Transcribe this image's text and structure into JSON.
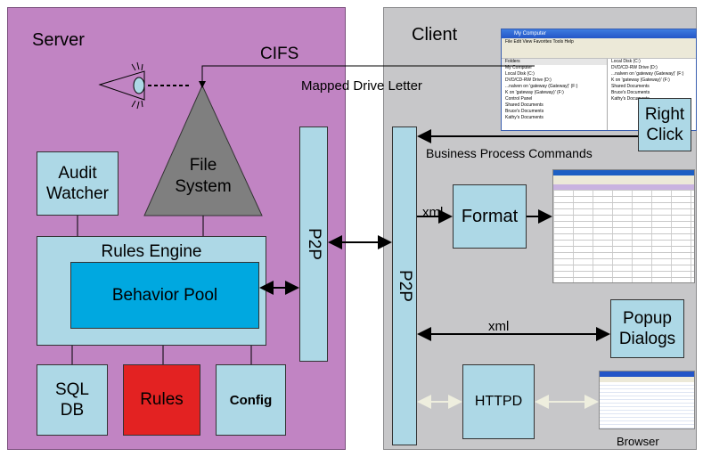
{
  "server": {
    "title": "Server",
    "audit_watcher": "Audit Watcher",
    "file_system": "File System",
    "rules_engine": "Rules Engine",
    "behavior_pool": "Behavior Pool",
    "p2p": "P2P",
    "sql_db": "SQL DB",
    "rules": "Rules",
    "config": "Config"
  },
  "client": {
    "title": "Client",
    "p2p": "P2P",
    "format": "Format",
    "popup_dialogs": "Popup Dialogs",
    "httpd": "HTTPD",
    "right_click": "Right Click",
    "browser_label": "Browser"
  },
  "connections": {
    "cifs": "CIFS",
    "mapped_drive": "Mapped Drive Letter",
    "business_process": "Business Process Commands",
    "xml_format": "xml",
    "xml_popup": "xml"
  },
  "explorer_window": {
    "title": "My Computer",
    "menu": "File  Edit  View  Favorites  Tools  Help",
    "folders_header": "Folders",
    "tree": [
      "My Computer",
      "Local Disk (C:)",
      "DVD/CD-RW Drive (D:)",
      "...nalven on 'gateway (Gateway)' (F:)",
      "K on 'gateway (Gateway)' (F:)",
      "Control Panel",
      "Shared Documents",
      "Bruce's Documents",
      "Kathy's Documents"
    ],
    "right_list": [
      "Local Disk (C:)",
      "DVD/CD-RW Drive (D:)",
      "...nalven on 'gateway (Gateway)' (F:)",
      "K on 'gateway (Gateway)' (F:)",
      "Shared Documents",
      "Bruce's Documents",
      "Kathy's Documents"
    ]
  },
  "colors": {
    "server_bg": "#c184c3",
    "client_bg": "#c7c7c9",
    "box_light_blue": "#add8e6",
    "behavior_pool": "#00a8e0",
    "rules_red": "#e32222",
    "file_system_gray": "#7f7f7f"
  }
}
